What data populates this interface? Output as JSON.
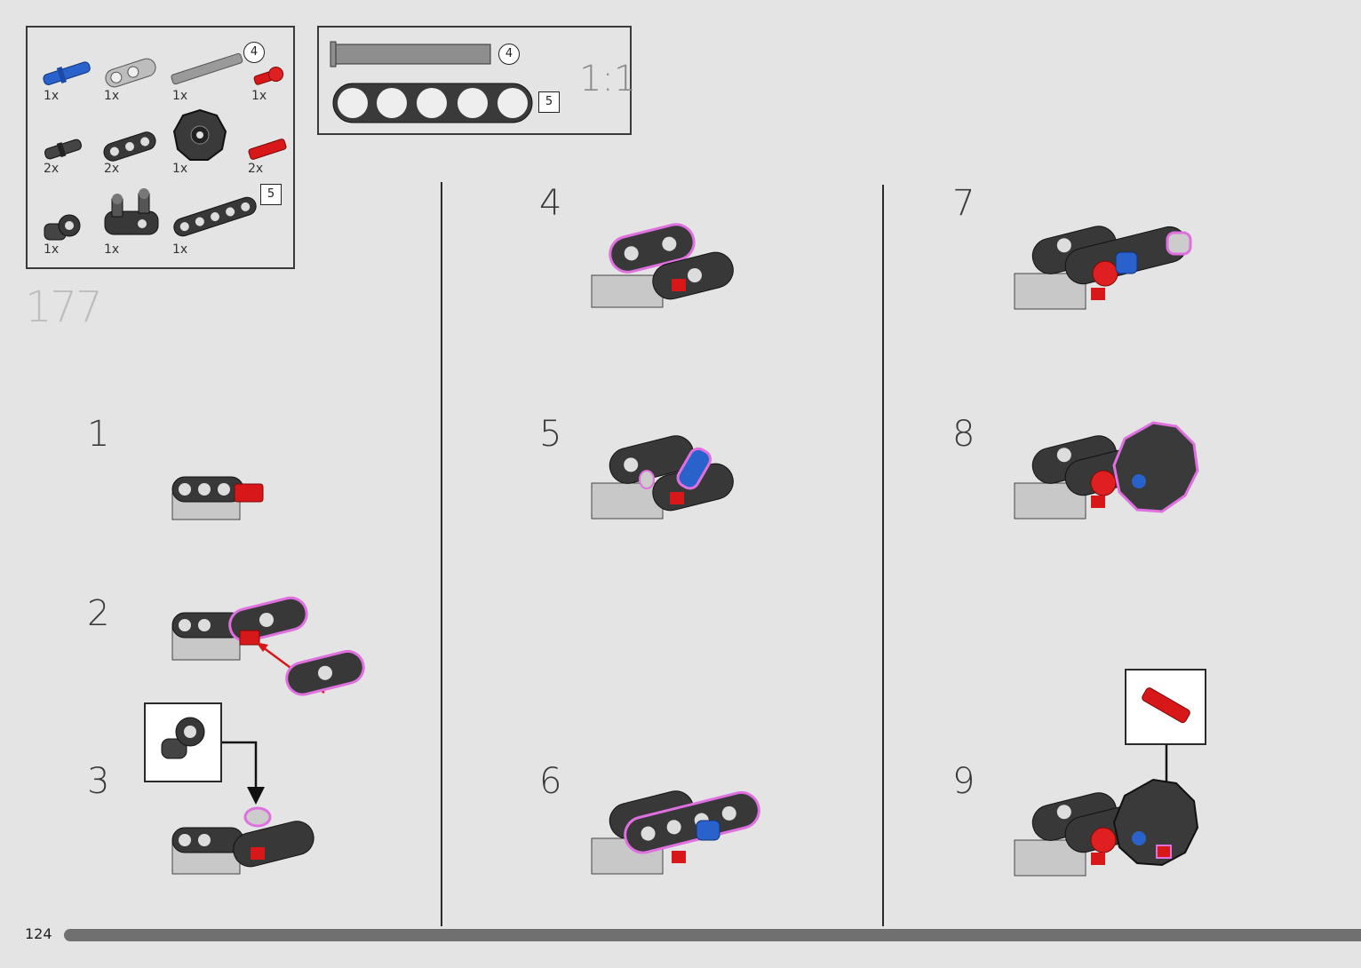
{
  "parts_list": {
    "items": [
      {
        "name": "blue-pin",
        "qty": "1x"
      },
      {
        "name": "grey-connector",
        "qty": "1x"
      },
      {
        "name": "grey-axle",
        "qty": "1x",
        "badge": "4"
      },
      {
        "name": "red-axle-pin",
        "qty": "1x"
      },
      {
        "name": "black-pin",
        "qty": "2x"
      },
      {
        "name": "black-beam-3",
        "qty": "2x"
      },
      {
        "name": "black-hub",
        "qty": "1x"
      },
      {
        "name": "red-axle",
        "qty": "2x"
      },
      {
        "name": "black-angle-connector",
        "qty": "1x"
      },
      {
        "name": "black-double-connector",
        "qty": "1x"
      },
      {
        "name": "black-beam-5",
        "qty": "1x",
        "badge": "5"
      }
    ]
  },
  "ruler": {
    "axle_length": "4",
    "beam_length": "5",
    "scale": "1:1"
  },
  "main_step": "177",
  "steps": [
    "1",
    "2",
    "3",
    "4",
    "5",
    "6",
    "7",
    "8",
    "9"
  ],
  "page_number": "124",
  "colors": {
    "highlight": "#e070e0",
    "red": "#d81818",
    "blue": "#2a62cc",
    "dark": "#333333",
    "light": "#bdbdbd"
  }
}
